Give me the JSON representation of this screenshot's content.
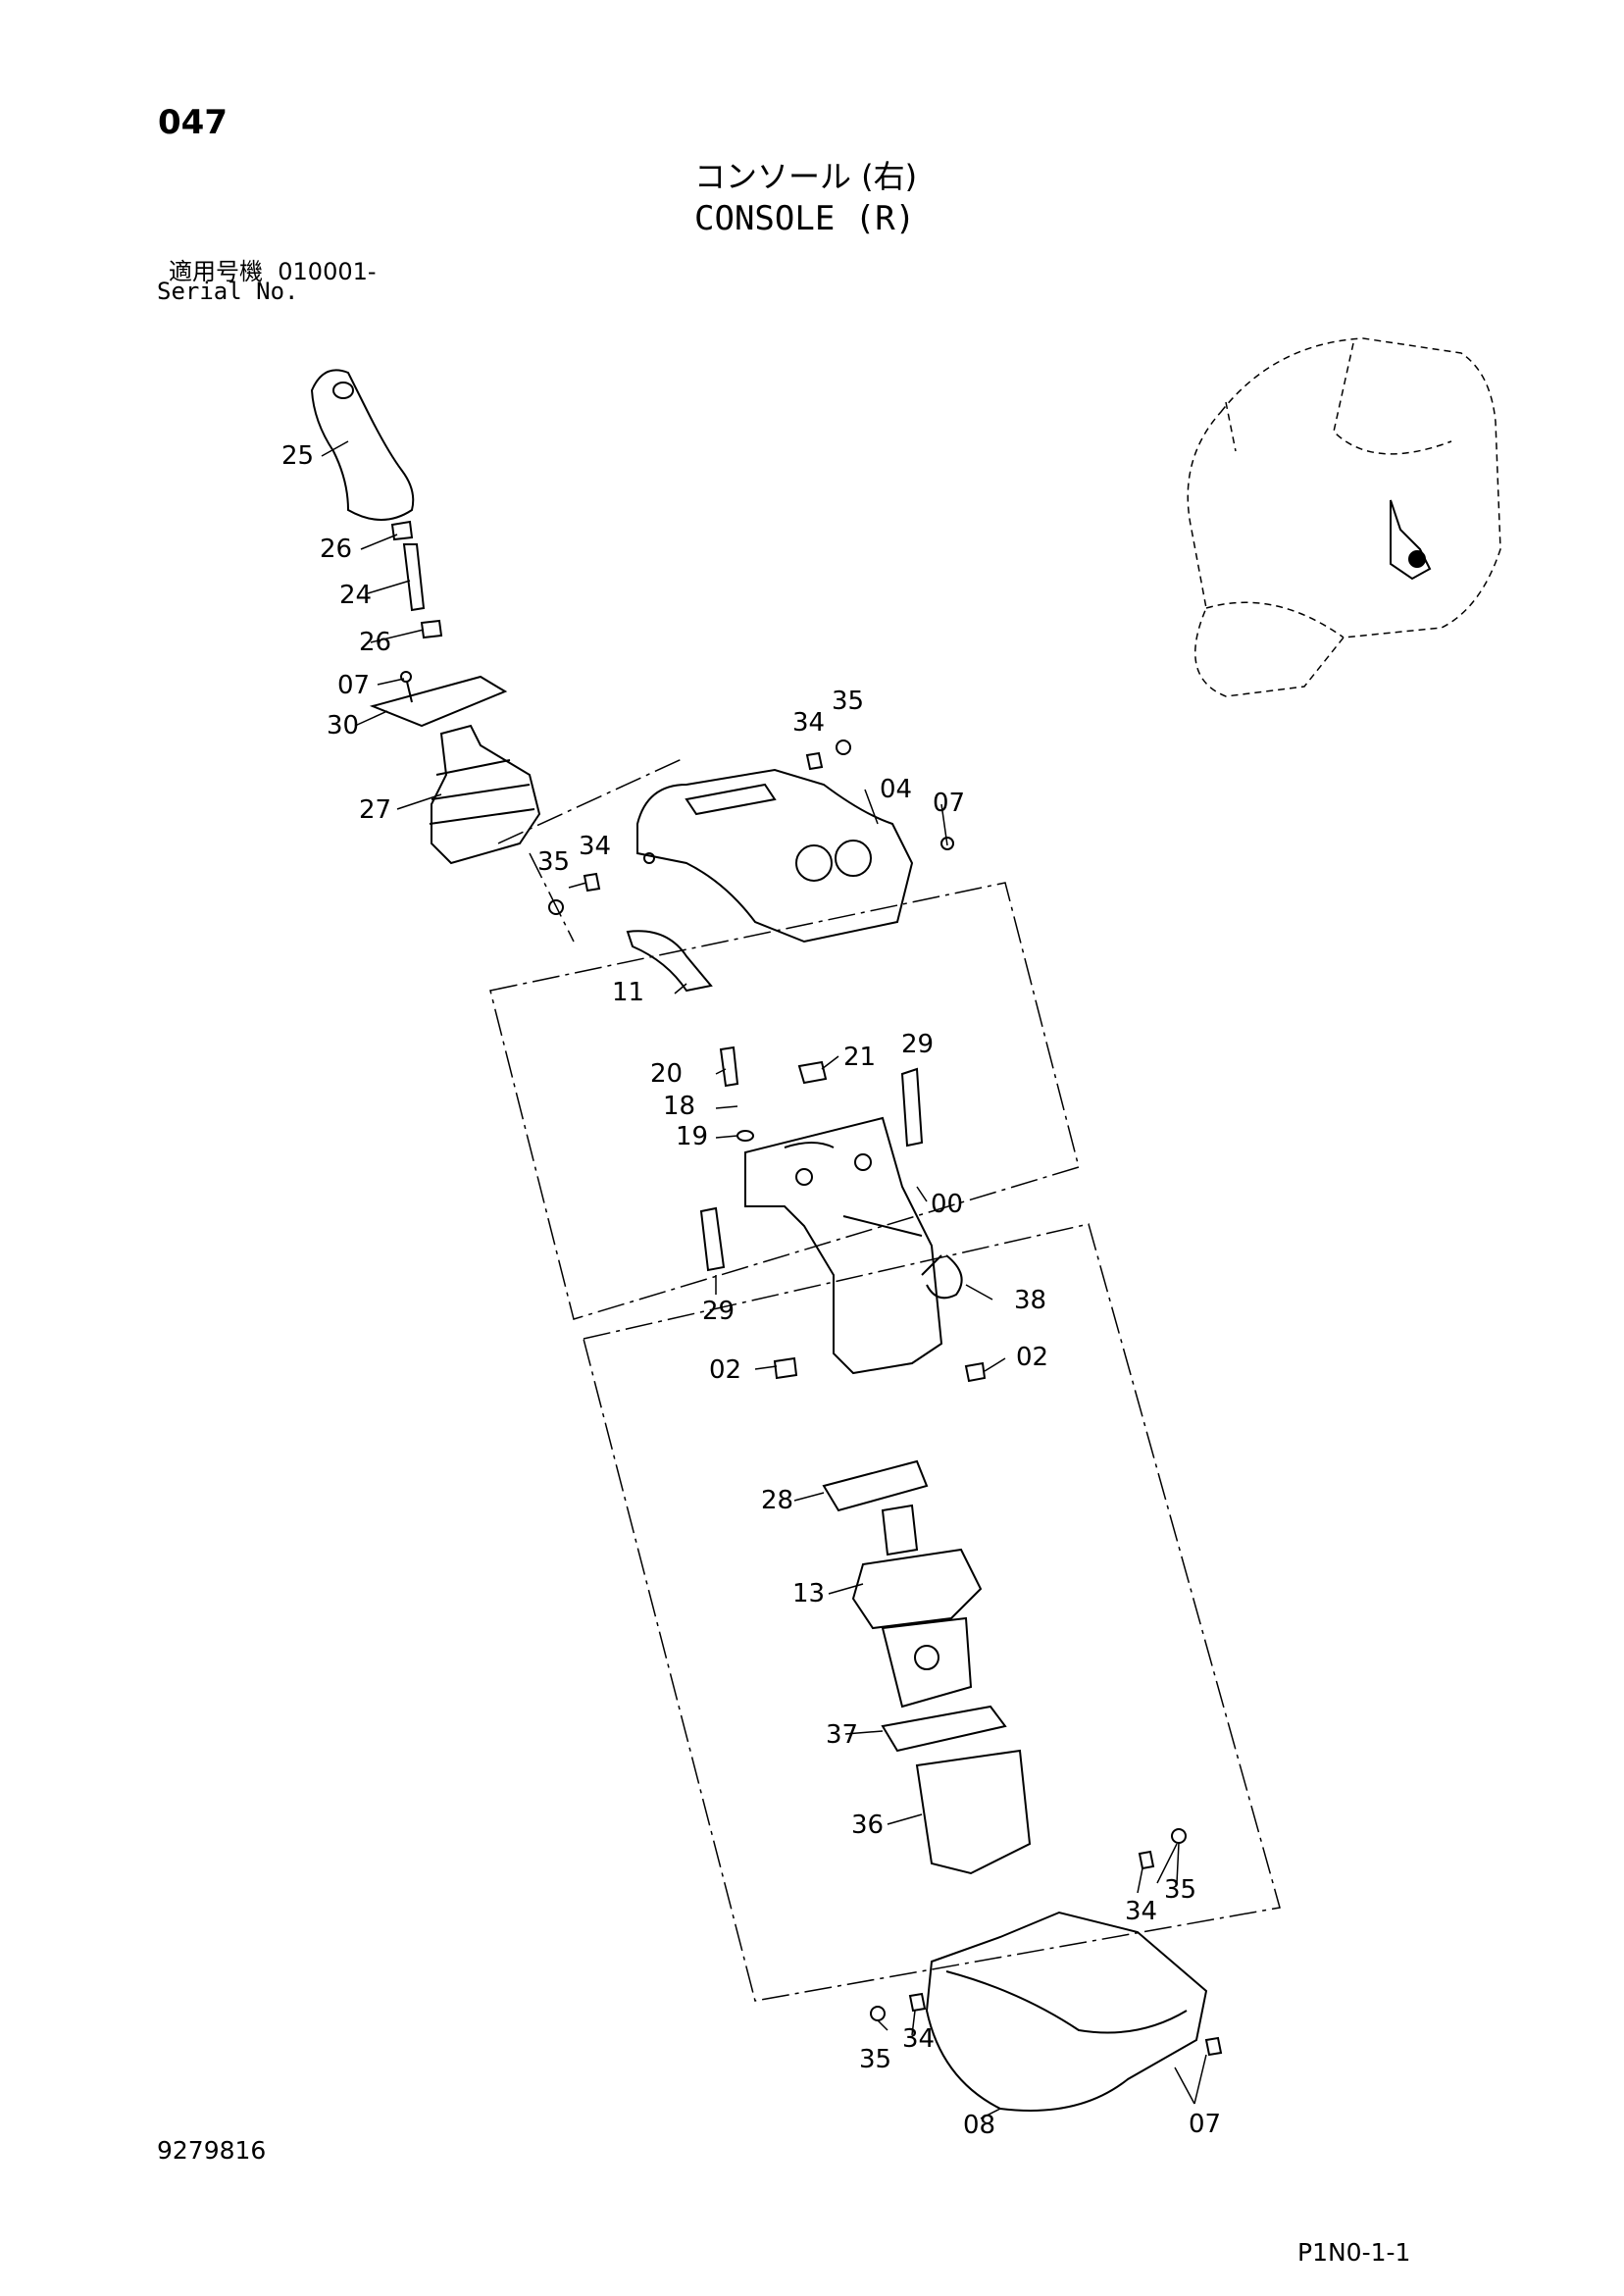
{
  "header": {
    "page_number": "047",
    "title_jp": "コンソール (右)",
    "title_en": "CONSOLE (R)",
    "serial_label_jp": "適用号機",
    "serial_value": "010001-",
    "serial_label_en": "Serial No."
  },
  "footer": {
    "doc_number": "9279816",
    "page_code": "P1N0-1-1"
  },
  "callouts": [
    "25",
    "26",
    "24",
    "26",
    "07",
    "30",
    "27",
    "34",
    "35",
    "04",
    "07",
    "35",
    "34",
    "11",
    "20",
    "21",
    "29",
    "18",
    "19",
    "00",
    "29",
    "38",
    "02",
    "02",
    "28",
    "13",
    "37",
    "36",
    "35",
    "34",
    "35",
    "34",
    "08",
    "07"
  ]
}
